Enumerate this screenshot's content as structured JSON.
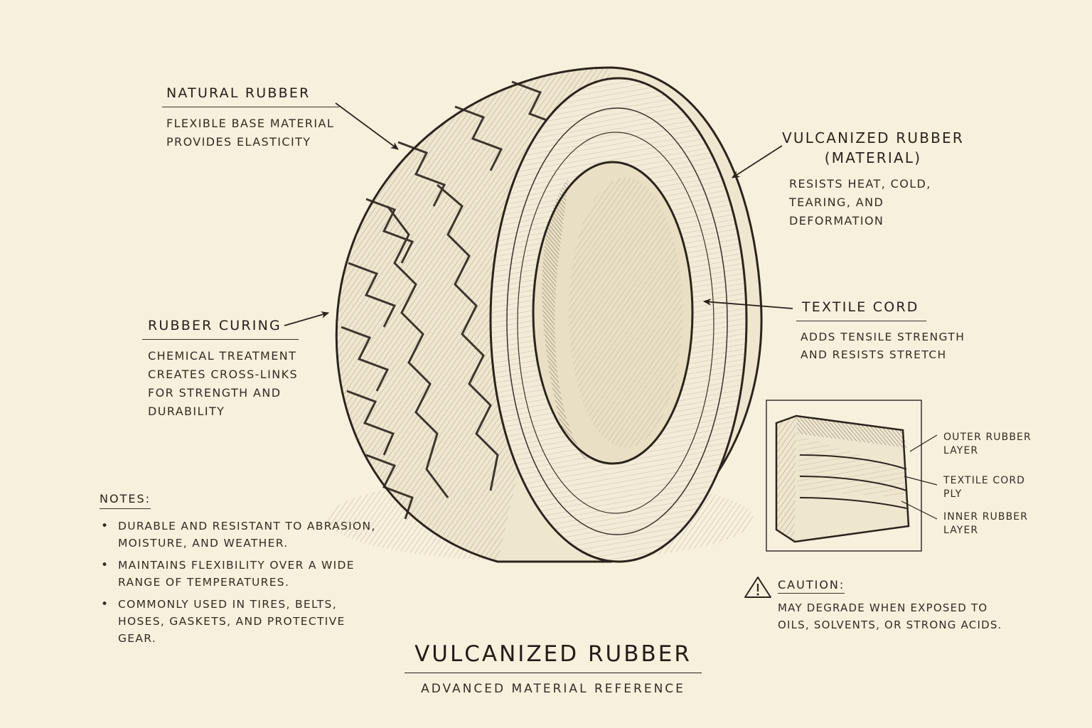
{
  "callouts": {
    "natural_rubber": {
      "title": "NATURAL RUBBER",
      "lines": [
        "FLEXIBLE BASE MATERIAL",
        "PROVIDES ELASTICITY"
      ]
    },
    "vulcanized_rubber": {
      "title_line1": "VULCANIZED RUBBER",
      "title_line2": "(MATERIAL)",
      "lines": [
        "RESISTS HEAT, COLD,",
        "TEARING, AND",
        "DEFORMATION"
      ]
    },
    "rubber_curing": {
      "title": "RUBBER CURING",
      "lines": [
        "CHEMICAL TREATMENT",
        "CREATES CROSS-LINKS",
        "FOR STRENGTH AND",
        "DURABILITY"
      ]
    },
    "textile_cord": {
      "title": "TEXTILE CORD",
      "lines": [
        "ADDS TENSILE STRENGTH",
        "AND RESISTS STRETCH"
      ]
    }
  },
  "cross_section": {
    "labels": [
      {
        "line1": "OUTER RUBBER",
        "line2": "LAYER"
      },
      {
        "line1": "TEXTILE CORD",
        "line2": "PLY"
      },
      {
        "line1": "INNER RUBBER",
        "line2": "LAYER"
      }
    ]
  },
  "notes": {
    "title": "NOTES:",
    "items": [
      {
        "line1": "DURABLE AND RESISTANT TO ABRASION,",
        "line2": "MOISTURE, AND WEATHER."
      },
      {
        "line1": "MAINTAINS FLEXIBILITY OVER A WIDE",
        "line2": "RANGE OF TEMPERATURES."
      },
      {
        "line1": "COMMONLY USED IN TIRES, BELTS,",
        "line2": "HOSES, GASKETS, AND PROTECTIVE GEAR."
      }
    ]
  },
  "caution": {
    "title": "CAUTION:",
    "icon": "warning-triangle-icon",
    "lines": [
      "MAY DEGRADE WHEN EXPOSED TO",
      "OILS, SOLVENTS, OR STRONG ACIDS."
    ]
  },
  "footer": {
    "title": "VULCANIZED RUBBER",
    "subtitle": "ADVANCED MATERIAL REFERENCE"
  },
  "colors": {
    "paper": "#f7f0dd",
    "ink": "#2b241b"
  }
}
